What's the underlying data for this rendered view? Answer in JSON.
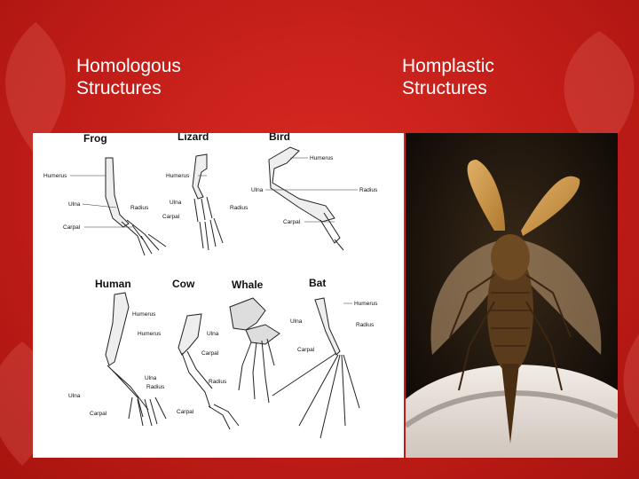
{
  "slide": {
    "left_heading_line1": "Homologous",
    "left_heading_line2": "Structures",
    "right_heading_line1": "Homplastic",
    "right_heading_line2": "Structures"
  },
  "limbs": {
    "frog": "Frog",
    "lizard": "Lizard",
    "bird": "Bird",
    "human": "Human",
    "cow": "Cow",
    "whale": "Whale",
    "bat": "Bat"
  },
  "bone_labels": {
    "humerus": "Humerus",
    "ulna": "Ulna",
    "radius": "Radius",
    "carpal": "Carpal"
  },
  "colors": {
    "background": "#c8201c",
    "heading_text": "#ffffff"
  },
  "images": {
    "right_photo": "beetle-with-open-wings"
  }
}
